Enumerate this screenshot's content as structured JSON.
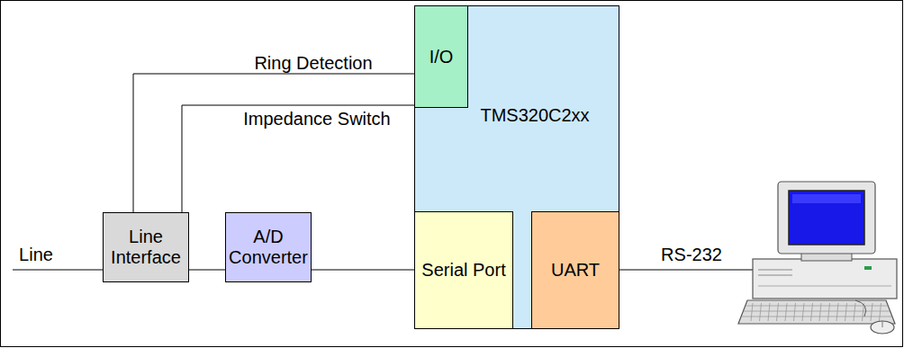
{
  "diagram": {
    "nodes": [
      {
        "text": [
          "Line Interface"
        ]
      },
      {
        "text": [
          "A/D Converter"
        ]
      },
      {
        "text": [
          "TMS320C2xx"
        ]
      },
      {
        "text": [
          "I/O"
        ],
        "in": 2
      },
      {
        "text": [
          "Serial Port"
        ],
        "in": 2
      },
      {
        "text": [
          "UART"
        ],
        "in": 2
      }
    ],
    "edges": [
      {
        "from": 0,
        "to": 3,
        "label": "Ring Detection",
        "arrow": "none"
      },
      {
        "from": 0,
        "to": 3,
        "label": "Impedance Switch",
        "arrow": "none"
      },
      {
        "from": 0,
        "to": 1,
        "arrow": "none"
      },
      {
        "from": 1,
        "to": 4,
        "arrow": "none"
      }
    ],
    "labels": [
      "Line",
      "RS-232"
    ]
  }
}
